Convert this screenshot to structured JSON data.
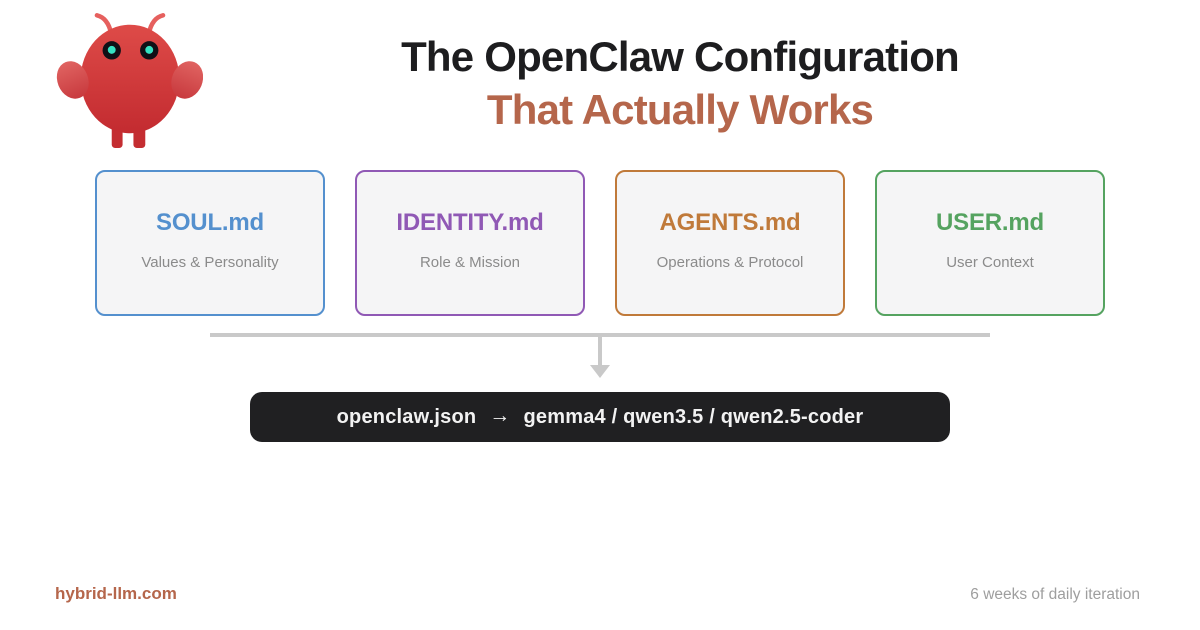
{
  "page": {
    "background": "#ffffff"
  },
  "header": {
    "mascot_icon": "openclaw-mascot",
    "title_line1": "The OpenClaw Configuration",
    "title_line2": "That Actually Works",
    "title_line1_color": "#1d1d1f",
    "title_line2_color": "#b5664b"
  },
  "cards": [
    {
      "title": "SOUL.md",
      "subtitle": "Values & Personality",
      "accent": "#5490ce"
    },
    {
      "title": "IDENTITY.md",
      "subtitle": "Role & Mission",
      "accent": "#9059b5"
    },
    {
      "title": "AGENTS.md",
      "subtitle": "Operations & Protocol",
      "accent": "#c07a3a"
    },
    {
      "title": "USER.md",
      "subtitle": "User Context",
      "accent": "#55a360"
    }
  ],
  "connector": {
    "color": "#c9c9c9"
  },
  "pill": {
    "background": "#202022",
    "file": "openclaw.json",
    "arrow": "→",
    "models": "gemma4 / qwen3.5 / qwen2.5-coder"
  },
  "footer": {
    "site": "hybrid-llm.com",
    "site_color": "#b5664b",
    "note": "6 weeks of daily iteration"
  },
  "mascot_colors": {
    "body_top": "#de4b48",
    "body_bottom": "#c32b30",
    "eye": "#101016",
    "pupil": "#36e2c2",
    "antenna": "#e6605e"
  }
}
